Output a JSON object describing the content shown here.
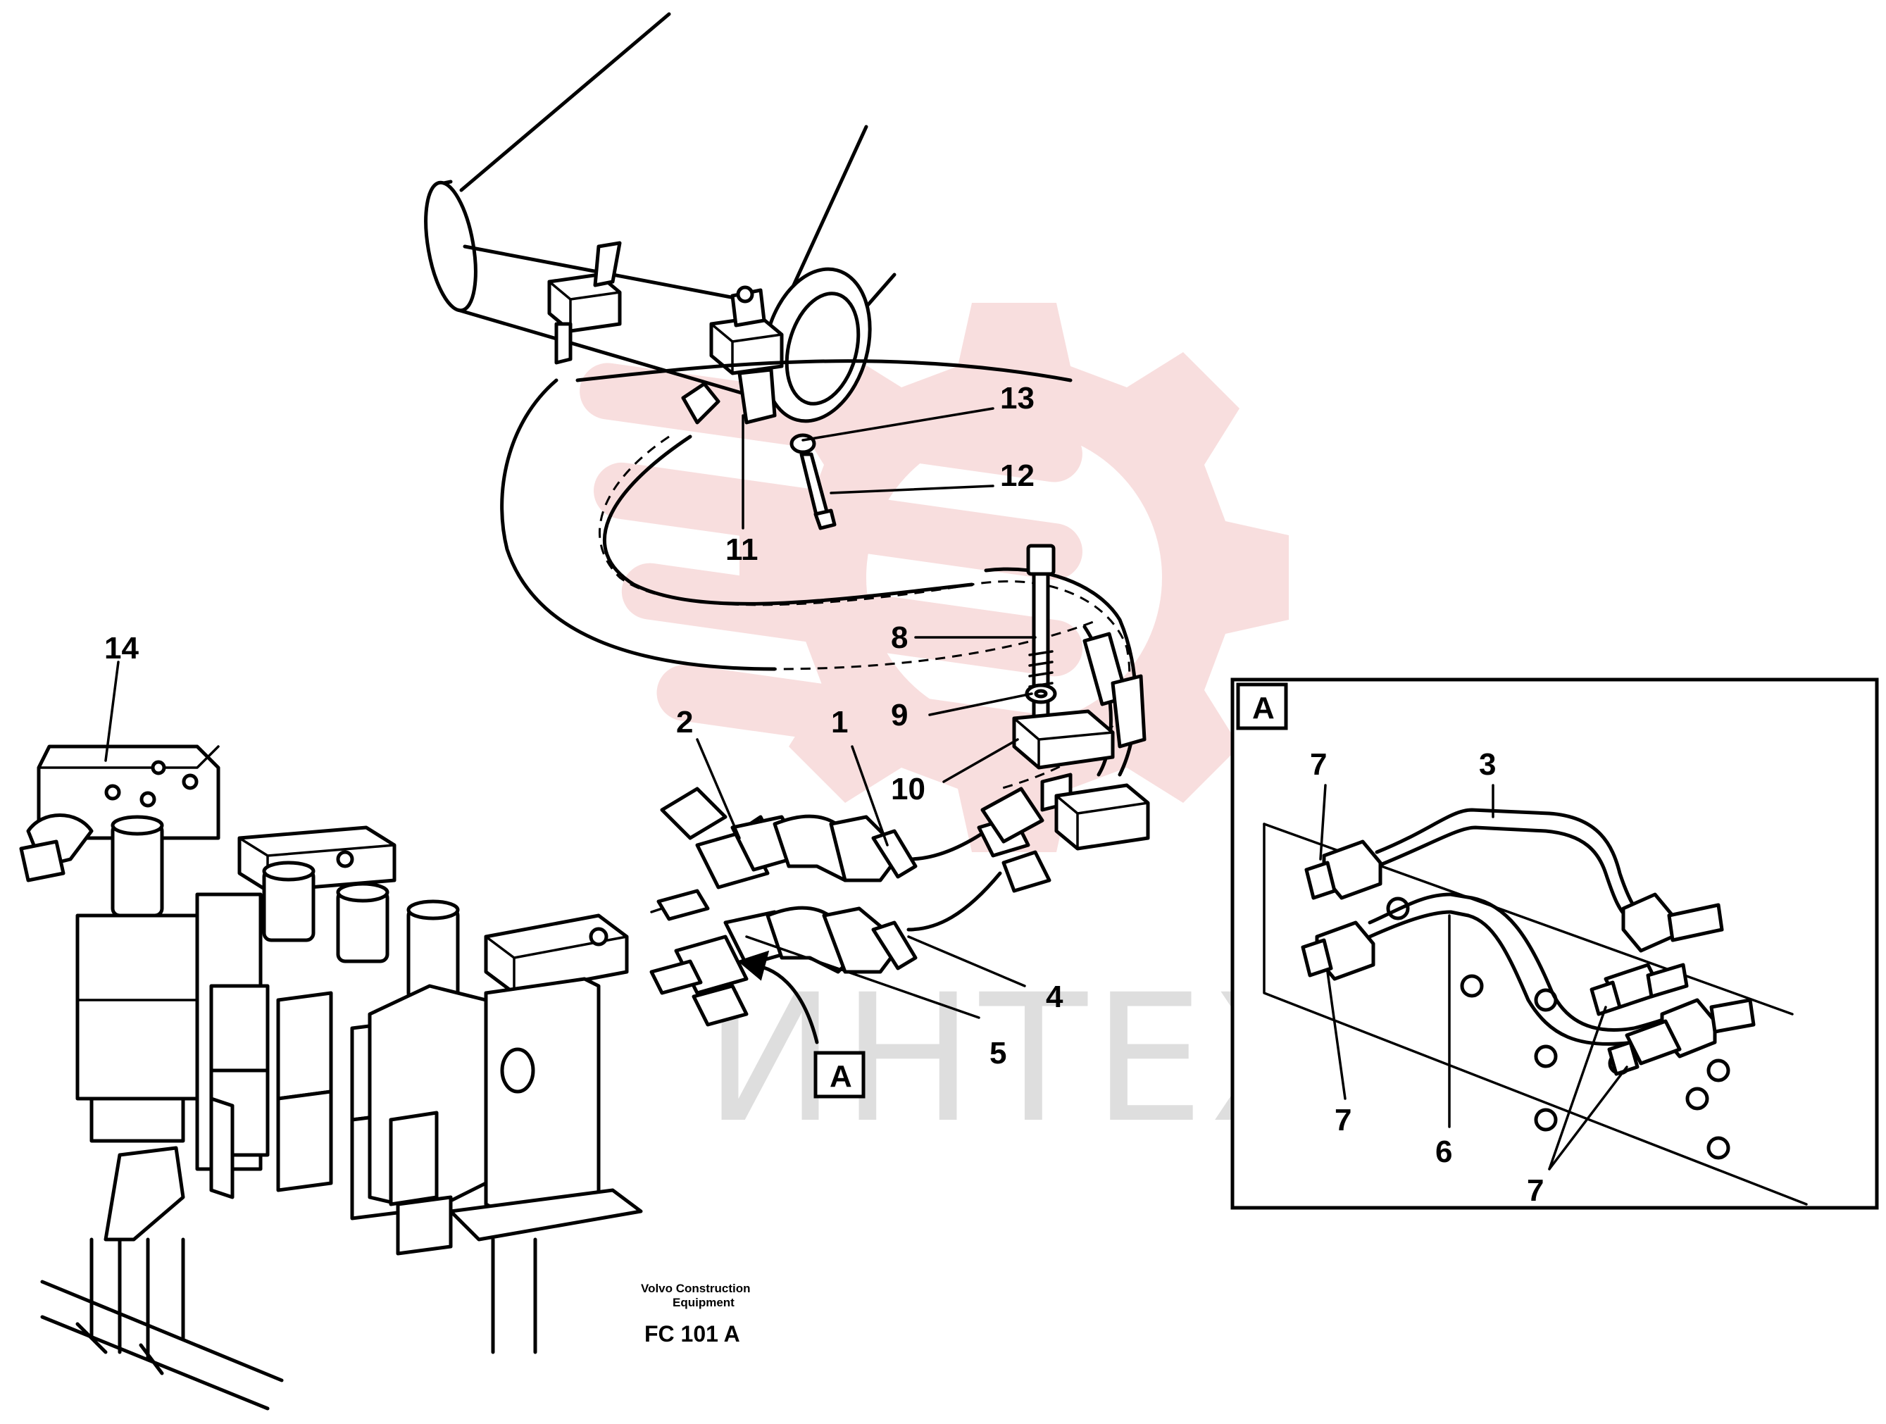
{
  "diagram": {
    "callouts": [
      {
        "id": "1",
        "label": "1"
      },
      {
        "id": "2",
        "label": "2"
      },
      {
        "id": "4",
        "label": "4"
      },
      {
        "id": "5",
        "label": "5"
      },
      {
        "id": "8",
        "label": "8"
      },
      {
        "id": "9",
        "label": "9"
      },
      {
        "id": "10",
        "label": "10"
      },
      {
        "id": "11",
        "label": "11"
      },
      {
        "id": "12",
        "label": "12"
      },
      {
        "id": "13",
        "label": "13"
      },
      {
        "id": "14",
        "label": "14"
      }
    ],
    "view_marker": "A",
    "detail": {
      "marker": "A",
      "callouts": [
        "7",
        "3",
        "7",
        "6",
        "7"
      ]
    },
    "caption": {
      "line1": "Volvo Construction",
      "line2": "Equipment",
      "code": "FC 101 A"
    },
    "watermark": {
      "text": "ИНТЕХ",
      "color": "#f2c4c4",
      "text_color": "#c9c9c9"
    }
  }
}
